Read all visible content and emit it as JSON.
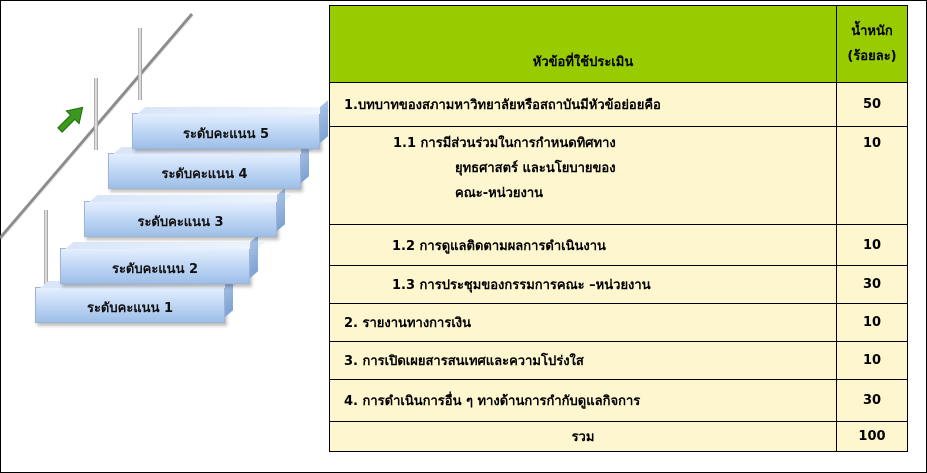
{
  "stairs": {
    "levels": [
      "ระดับคะแนน 1",
      "ระดับคะแนน 2",
      "ระดับคะแนน 3",
      "ระดับคะแนน 4",
      "ระดับคะแนน 5"
    ],
    "arrow_color": "#3a9a1e",
    "step_color": "#bcd4f3"
  },
  "table": {
    "header": {
      "topic": "หัวข้อที่ใช้ประเมิน",
      "weight_line1": "น้ำหนัก",
      "weight_line2": "(ร้อยละ)"
    },
    "rows": [
      {
        "lines": [
          "1.บทบาทของสภามหาวิทยาลัยหรือสถาบันมีหัวข้อย่อยคือ"
        ],
        "weight": "50"
      },
      {
        "lines": [
          "1.1    การมีส่วนร่วมในการกำหนดทิศทาง",
          "ยุทธศาสตร์ และนโยบายของ",
          "คณะ-หน่วยงาน"
        ],
        "weight": "10"
      },
      {
        "lines": [
          "1.2  การดูแลติดตามผลการดำเนินงาน"
        ],
        "weight": "10"
      },
      {
        "lines": [
          "1.3    การประชุมของกรรมการคณะ –หน่วยงาน"
        ],
        "weight": "30"
      },
      {
        "lines": [
          "2.  รายงานทางการเงิน"
        ],
        "weight": "10"
      },
      {
        "lines": [
          "3.  การเปิดเผยสารสนเทศและความโปร่งใส"
        ],
        "weight": "10"
      },
      {
        "lines": [
          "4. การดำเนินการอื่น ๆ ทางด้านการกำกับดูแลกิจการ"
        ],
        "weight": "30"
      }
    ],
    "total": {
      "label": "รวม",
      "weight": "100"
    },
    "header_color": "#99cc00",
    "row_color": "#fdf6cf"
  }
}
